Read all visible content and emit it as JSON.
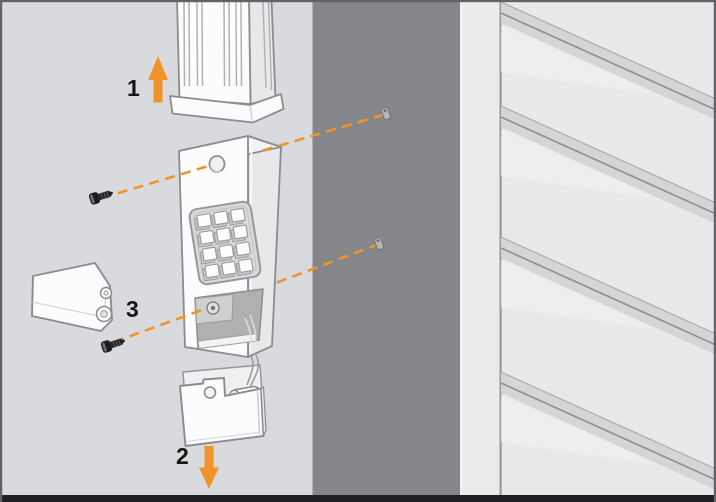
{
  "diagram": {
    "subject": "keypad-installation-steps",
    "step_labels": {
      "one": "1",
      "two": "2",
      "three": "3"
    },
    "parts": {
      "cover": "sliding-cover",
      "keypad": "wireless-keypad",
      "battery": "9-volt-battery",
      "bracket": "bottom-mounting-bracket",
      "connector": "battery-snap-connector",
      "screws": "mounting-screws",
      "anchors": "wall-anchors",
      "surface": "wall-and-garage-door-frame"
    },
    "colors": {
      "accent_orange": "#F09329",
      "wall_light": "#D9DADD",
      "wall_dark": "#848689",
      "door_jamb": "#EAEBED",
      "door_panel": "#E8E9EB",
      "door_groove": "#D3D5D7",
      "part_fill": "#FBFCFD",
      "part_outline": "#8A8C8E",
      "label_text": "#161616",
      "bottom_bar": "#1F2023"
    }
  }
}
